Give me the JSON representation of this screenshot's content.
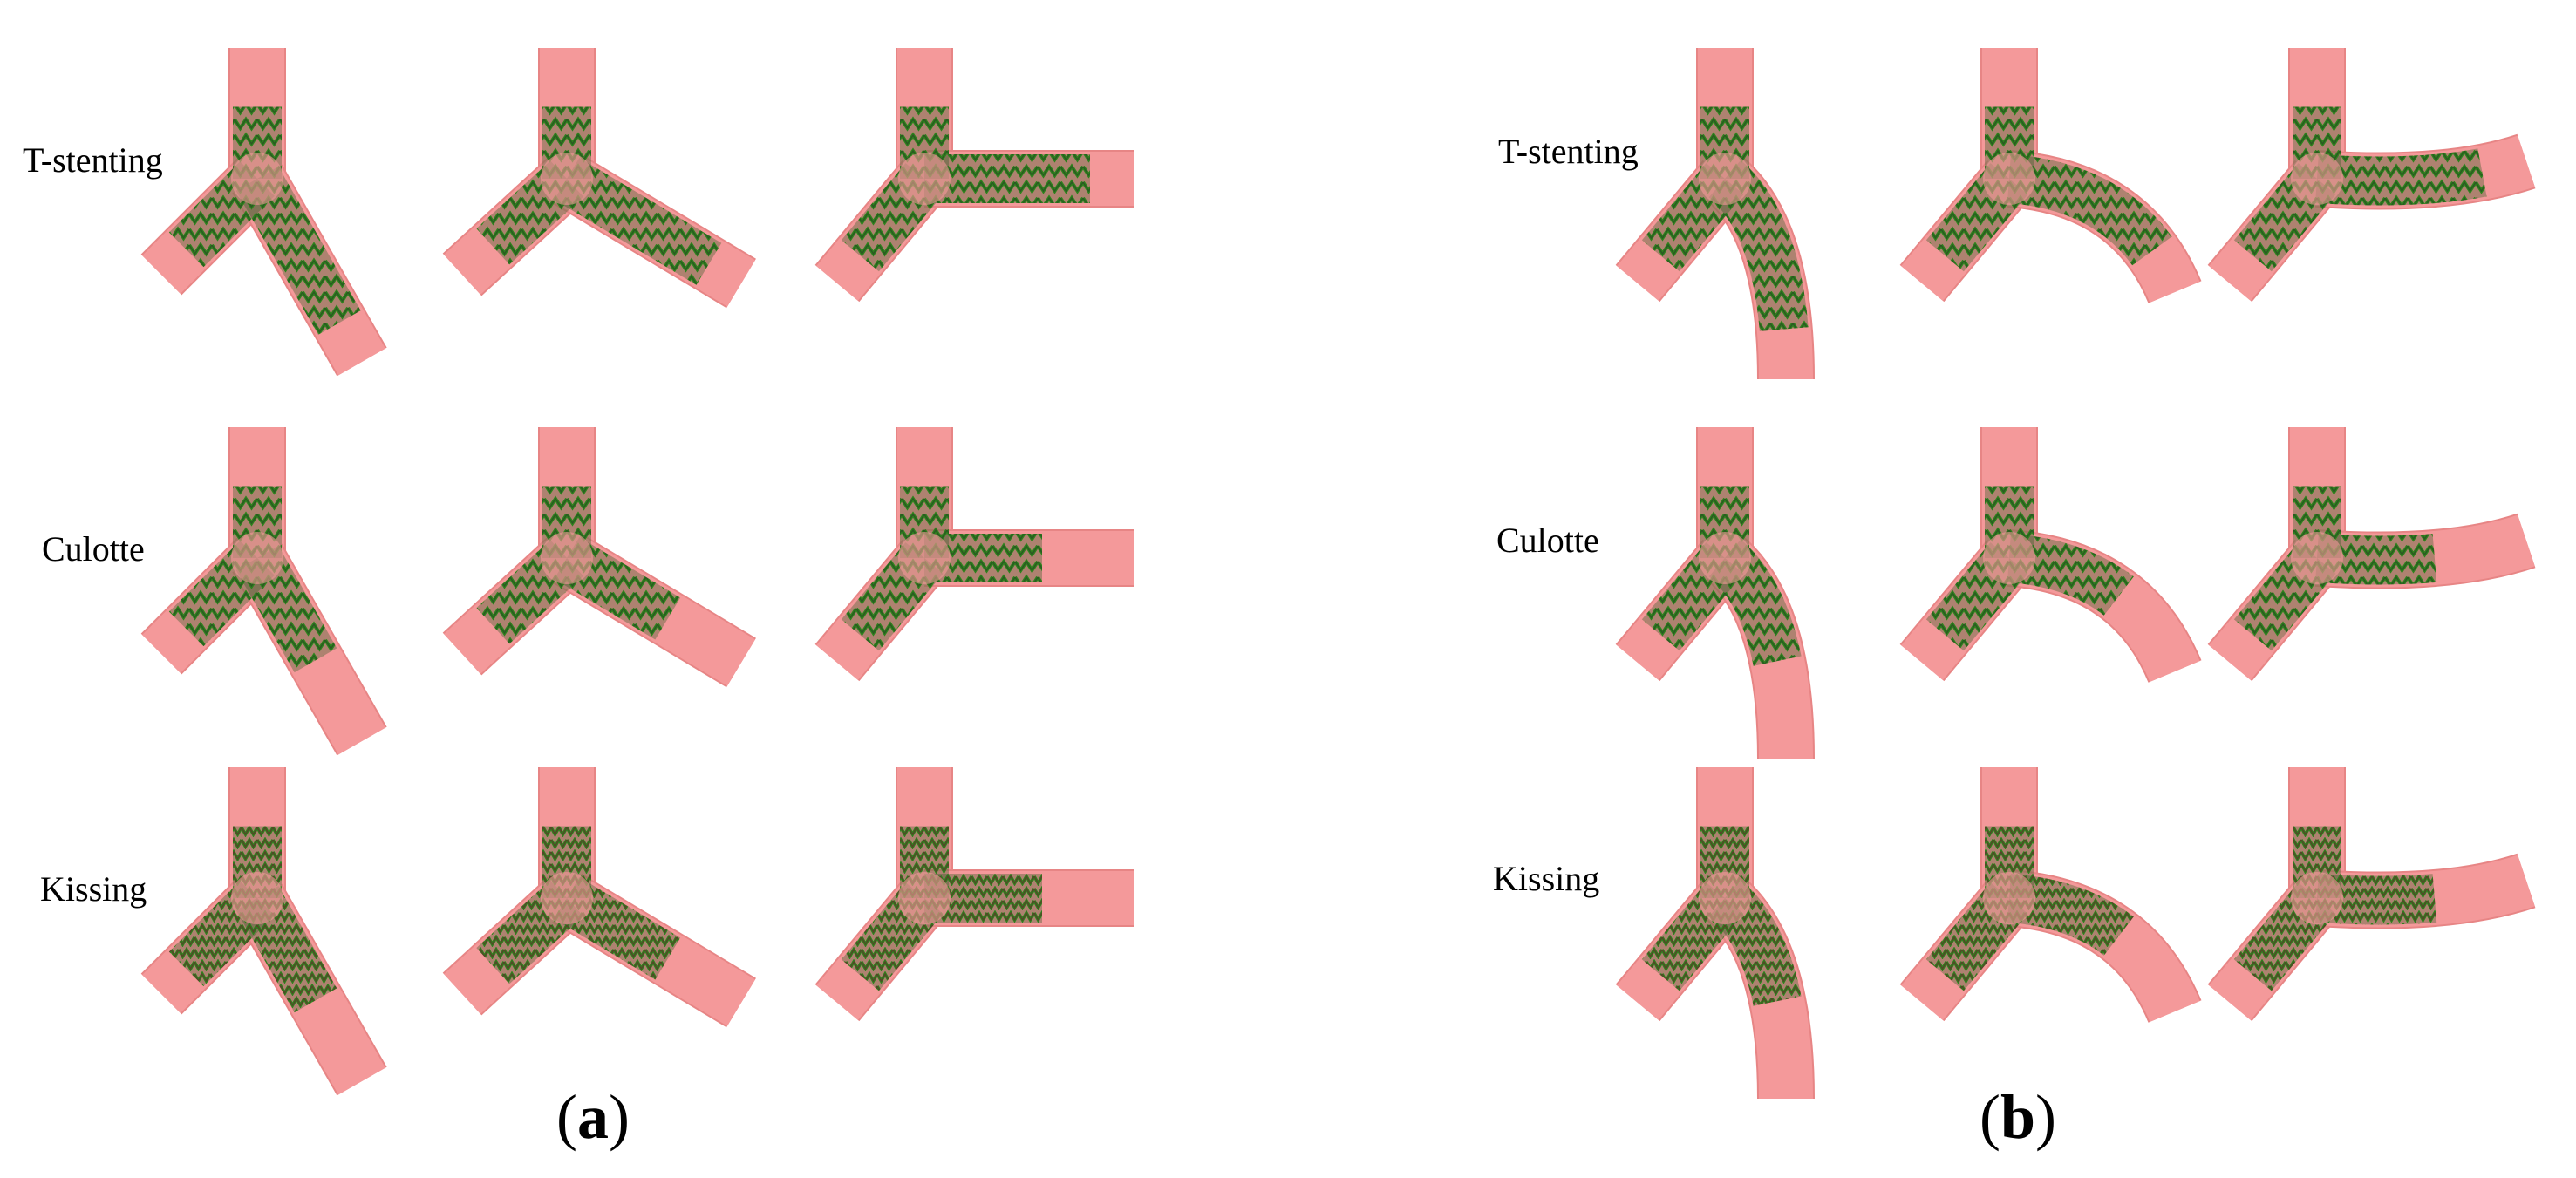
{
  "colors": {
    "vessel": "#f4999a",
    "vessel_edge": "#e78585",
    "stent": "#2f9a1a",
    "stent_dark": "#2b5a23",
    "background": "#ffffff"
  },
  "panels": [
    {
      "caption": "a",
      "rows": [
        {
          "label": "T-stenting",
          "technique": "t-stenting",
          "angles": [
            "bifurcation-wide",
            "bifurcation-medium",
            "bifurcation-side"
          ]
        },
        {
          "label": "Culotte",
          "technique": "culotte",
          "angles": [
            "bifurcation-wide",
            "bifurcation-medium",
            "bifurcation-side"
          ]
        },
        {
          "label": "Kissing",
          "technique": "kissing",
          "angles": [
            "bifurcation-wide",
            "bifurcation-medium",
            "bifurcation-side"
          ]
        }
      ]
    },
    {
      "caption": "b",
      "rows": [
        {
          "label": "T-stenting",
          "technique": "t-stenting",
          "angles": [
            "curved-down",
            "curved-medium",
            "curved-side"
          ]
        },
        {
          "label": "Culotte",
          "technique": "culotte",
          "angles": [
            "curved-down",
            "curved-medium",
            "curved-side"
          ]
        },
        {
          "label": "Kissing",
          "technique": "kissing",
          "angles": [
            "curved-down",
            "curved-medium",
            "curved-side"
          ]
        }
      ]
    }
  ]
}
